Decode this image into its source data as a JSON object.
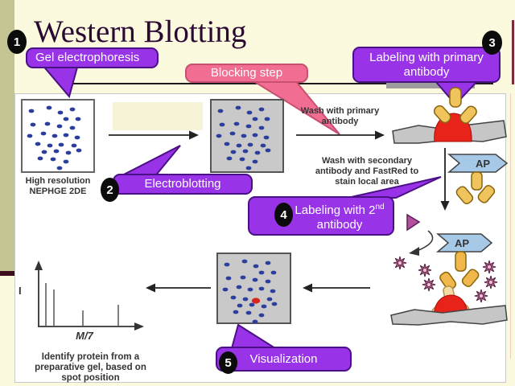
{
  "title": "Western Blotting",
  "badges": {
    "b1": "1",
    "b2": "2",
    "b3": "3",
    "b4": "4",
    "b5": "5"
  },
  "callouts": {
    "gel_electrophoresis": "Gel electrophoresis",
    "blocking_step": "Blocking step",
    "labeling_primary": "Labeling with primary antibody",
    "electroblotting": "Electroblotting",
    "labeling_secondary_pre": "Labeling with 2",
    "labeling_secondary_sup": "nd",
    "labeling_secondary_line2": "antibody",
    "visualization": "Visualization"
  },
  "labels": {
    "gel_caption": [
      "High resolution",
      "NEPHGE 2DE"
    ],
    "wash_primary": [
      "Wash with primary",
      "antibody"
    ],
    "wash_secondary": [
      "Wash with secondary",
      "antibody and FastRed to",
      "stain local area"
    ],
    "identify": [
      "Identify protein from a",
      "preparative gel, based on",
      "spot position"
    ],
    "axis_y": "I",
    "axis_x": "M/7",
    "ap_top": "AP",
    "ap_bottom": "AP"
  },
  "chart_data": {
    "type": "line",
    "title": "Schematic detection spectrum",
    "xlabel": "M/7",
    "ylabel": "I",
    "peaks_relative_x": [
      0.07,
      0.15,
      0.42,
      0.76
    ],
    "peaks_relative_height": [
      1.0,
      0.84,
      0.36,
      0.49
    ]
  },
  "colors": {
    "cream": "#fbfade",
    "olive": "#c5c493",
    "maroon": "#3d0f1e",
    "purple": "#9933e8",
    "pink": "#f26d92",
    "spot_blue": "#2b3e9e",
    "antibody_tan": "#f0c45c",
    "ap_blue": "#a6c9e8",
    "blob_red": "#e8231a",
    "membrane_gray": "#c9c9c9",
    "star_pink": "#ef8fb4"
  }
}
